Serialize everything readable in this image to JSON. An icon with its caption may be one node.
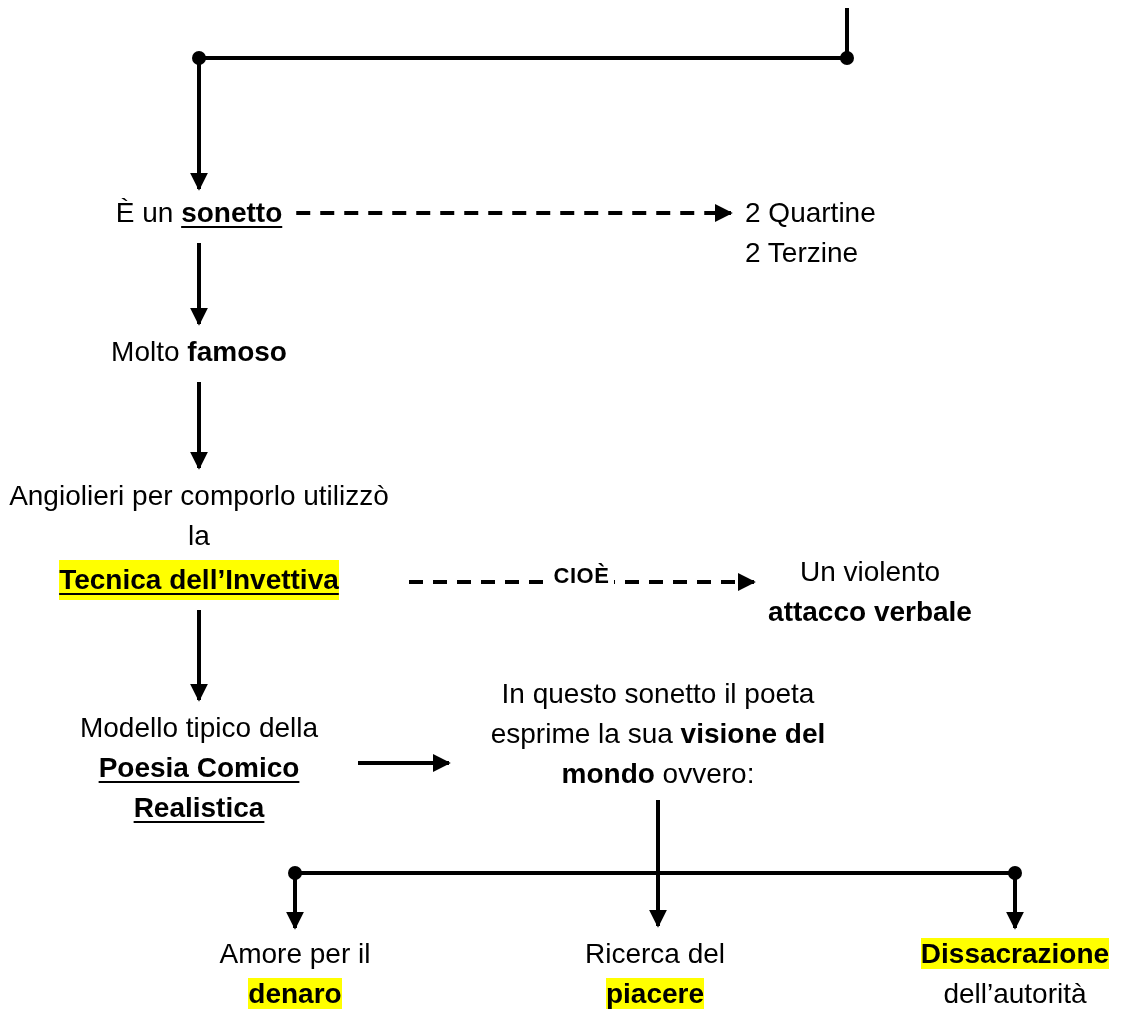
{
  "diagram": {
    "nodes": [
      {
        "text": [
          "È un **sonetto**"
        ]
      },
      {
        "text": [
          "2 Quartine",
          "2 Terzine"
        ]
      },
      {
        "text": [
          "Molto **famoso**"
        ]
      },
      {
        "text": [
          "Angiolieri per comporlo utilizzò la **Tecnica dell’Invettiva**"
        ]
      },
      {
        "text": [
          "Un violento **attacco verbale**"
        ]
      },
      {
        "text": [
          "Modello tipico della **Poesia Comico Realistica**"
        ]
      },
      {
        "text": [
          "In questo sonetto il poeta esprime la sua **visione del mondo** ovvero:"
        ]
      },
      {
        "text": [
          "Amore per il **denaro**"
        ]
      },
      {
        "text": [
          "Ricerca del **piacere**"
        ]
      },
      {
        "text": [
          "**Dissacrazione** dell’autorità"
        ]
      }
    ],
    "edges": [
      {
        "from": null,
        "to": 0,
        "arrow": "to"
      },
      {
        "from": 0,
        "to": 1,
        "arrow": "to",
        "style": "dashed"
      },
      {
        "from": 0,
        "to": 2,
        "arrow": "to"
      },
      {
        "from": 2,
        "to": 3,
        "arrow": "to"
      },
      {
        "from": 3,
        "to": 4,
        "arrow": "to",
        "style": "dashed",
        "label": "CIOÈ"
      },
      {
        "from": 3,
        "to": 5,
        "arrow": "to"
      },
      {
        "from": 5,
        "to": 6,
        "arrow": "to"
      },
      {
        "from": 6,
        "to": 7,
        "arrow": "to"
      },
      {
        "from": 6,
        "to": 8,
        "arrow": "to"
      },
      {
        "from": 6,
        "to": 9,
        "arrow": "to"
      }
    ]
  }
}
